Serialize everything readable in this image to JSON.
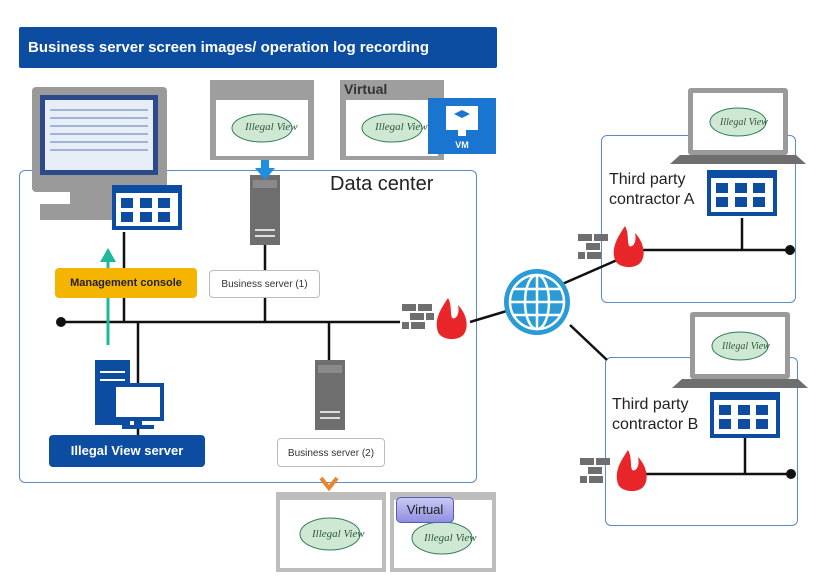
{
  "title": "Business server screen images/ operation log recording",
  "data_center_label": "Data center",
  "management_console_label": "Management console",
  "illegal_view_server_label": "Illegal View server",
  "business_server_1_label": "Business server (1)",
  "business_server_2_label": "Business server (2)",
  "virtual_label_top": "Virtual",
  "virtual_label_bottom": "Virtual",
  "vm_badge_label": "VM",
  "contractor_a_label": "Third party contractor A",
  "contractor_b_label": "Third party contractor B",
  "colors": {
    "brand_blue": "#0d4da1",
    "accent_orange": "#f5b400",
    "firewall_red": "#e8262a",
    "globe_blue": "#2a9bd6",
    "arrow_green": "#1fb89a"
  }
}
